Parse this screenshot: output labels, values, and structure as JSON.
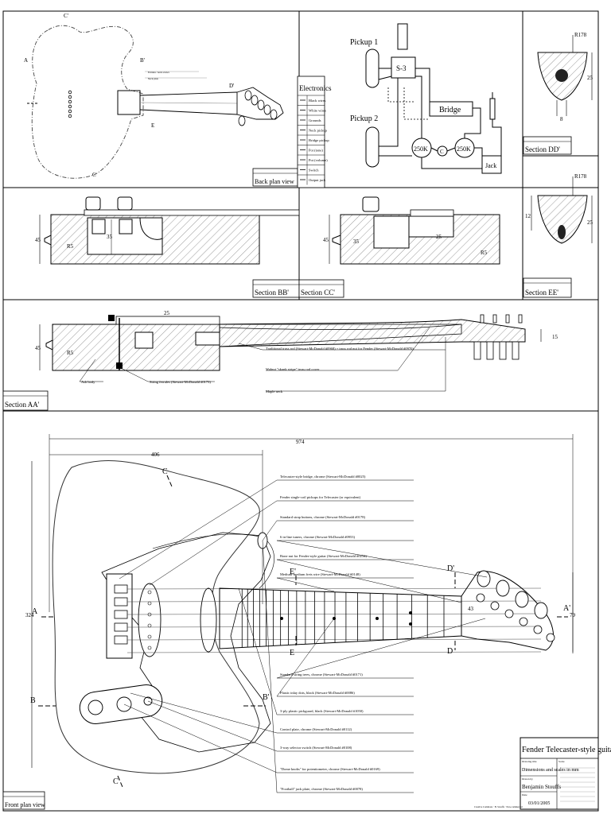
{
  "sheet": {
    "title": "Fender Telecaster-style guitar",
    "drawing_note": "Dimensions and scales in mm",
    "author": "Benjamin Stouffs",
    "date": "03/01/2005",
    "copyright_note": "Creative Commons · B. Stouffs · Non-commercial"
  },
  "views": {
    "back_plan": "Back plan view",
    "front_plan": "Front plan view",
    "section_bb": "Section BB'",
    "section_cc": "Section CC'",
    "section_dd": "Section DD'",
    "section_ee": "Section EE'",
    "section_aa": "Section AA'"
  },
  "electronics": {
    "title": "Electronics",
    "legend": [
      "Black wires",
      "White wires",
      "Grounds",
      "Neck pickup",
      "Bridge pickup",
      "Pot (tone)",
      "Pot (volume)",
      "Switch",
      "Output jack"
    ],
    "labels": {
      "pickup1": "Pickup 1",
      "pickup2": "Pickup 2",
      "switch": "S-3",
      "bridge": "Bridge",
      "pot1": "250K",
      "pot2": "250K",
      "cap": "C",
      "jack": "Jack"
    }
  },
  "dimensions": {
    "r178_dd": "R178",
    "r178_ee": "R178",
    "dd_25": "25",
    "dd_8": "8",
    "ee_12": "12",
    "ee_25": "25",
    "bb_45": "45",
    "bb_35": "35",
    "bb_r5": "R5",
    "cc_45": "45",
    "cc_35": "35",
    "cc_25": "25",
    "cc_r5": "R5",
    "aa_45": "45",
    "aa_25": "25",
    "aa_15": "15",
    "aa_r5": "R5",
    "total_length": "974",
    "body_length": "406",
    "body_width": "324",
    "head_width": "79",
    "nut_width": "43"
  },
  "section_markers": {
    "A": "A",
    "A2": "A'",
    "B": "B",
    "B2": "B'",
    "C": "C",
    "C2": "C'",
    "D": "D",
    "D2": "D'",
    "E": "E",
    "E2": "E'"
  },
  "section_aa_callouts": {
    "body": "Ash body",
    "ferrules": "String ferrules (Stewart-McDonald #0173)",
    "truss": "Traditional truss rod (Stewart-McDonald #0968) + truss rod nut for Fender (Stewart-McDonald #0970)",
    "walnut": "Walnut \"skunk stripe\" truss rod cover",
    "neck": "Maple neck"
  },
  "front_callouts": [
    "Telecaster-style bridge, chrome (Stewart-McDonald #0025)",
    "Fender single-coil pickups for Telecaster (or equivalent)",
    "Standard strap buttons, chrome (Stewart-McDonald #0178)",
    "6 in-line tuners, chrome (Stewart-McDonald #0953)",
    "Bone nut for Fender-style guitar (Stewart-McDonald #0234)",
    "Medium-medium frets wire (Stewart-McDonald #0148)",
    "Standard string trees, chrome (Stewart-McDonald #0171)",
    "Plastic inlay dots, black (Stewart-McDonald #0086)",
    "3-ply plastic pickguard, black (Stewart-McDonald #1050)",
    "Control plate, chrome (Stewart-McDonald #0112)",
    "3-way selector switch (Stewart-McDonald #0108)",
    "\"Dome knobs\" for potentiometer, chrome (Stewart-McDonald #0169)",
    "\"Football\" jack plate, chrome (Stewart-McDonald #0078)"
  ],
  "title_block_labels": {
    "drawing_title_label": "Drawing title",
    "scale_label": "Scale",
    "drawn_by_label": "Drawn by",
    "date_label": "Date"
  }
}
